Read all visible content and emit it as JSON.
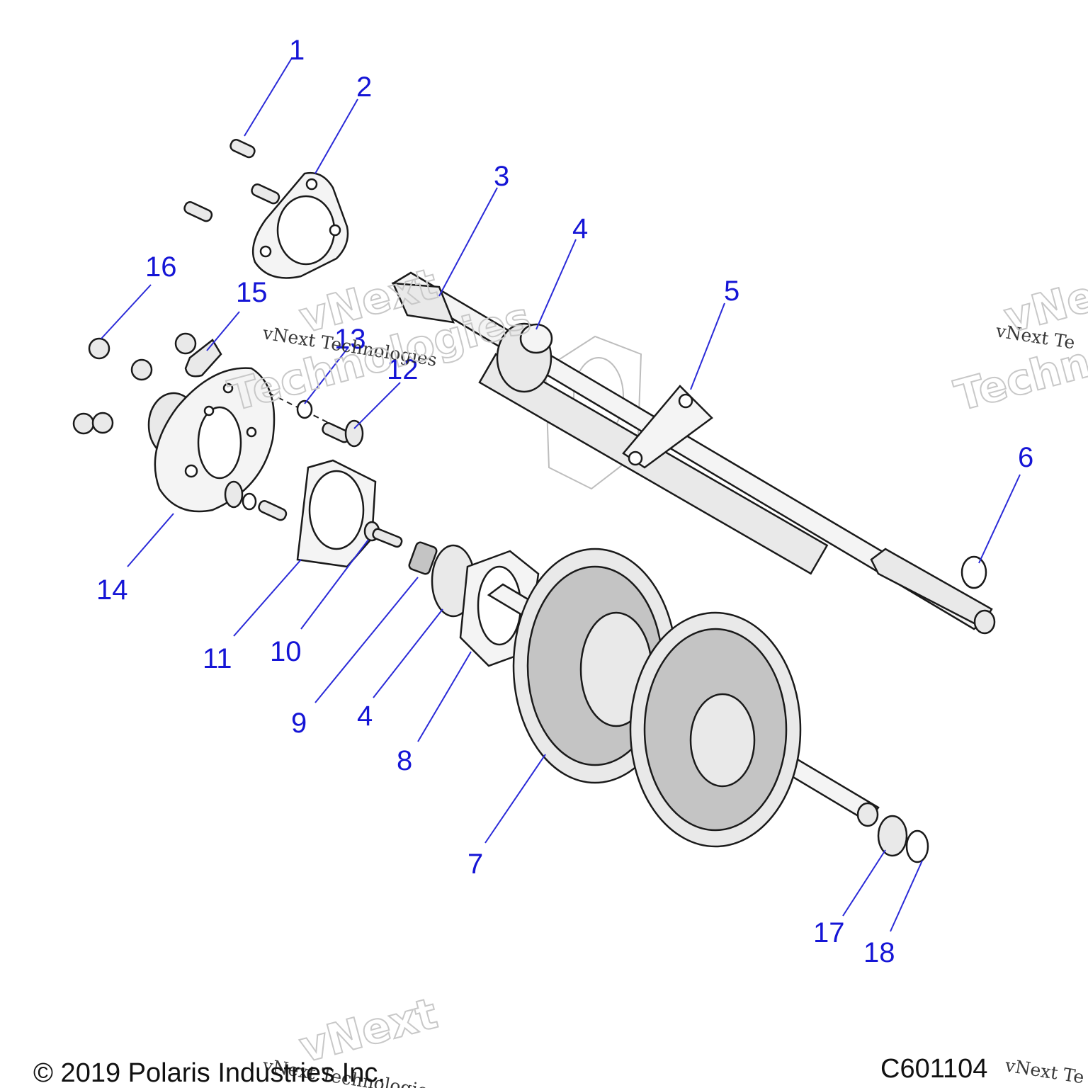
{
  "callouts": [
    "1",
    "2",
    "3",
    "4",
    "5",
    "6",
    "7",
    "8",
    "9",
    "10",
    "11",
    "12",
    "13",
    "14",
    "15",
    "16",
    "17",
    "18",
    "4"
  ],
  "watermark": {
    "line1": "vNext Technologies",
    "big_line1": "vNext",
    "big_line2": "Technologies",
    "partial_right": "vNext Te",
    "partial_big_right1": "vNe",
    "partial_big_right2": "Techno"
  },
  "footer": {
    "copyright": "© 2019 Polaris Industries Inc.",
    "code": "C601104"
  }
}
